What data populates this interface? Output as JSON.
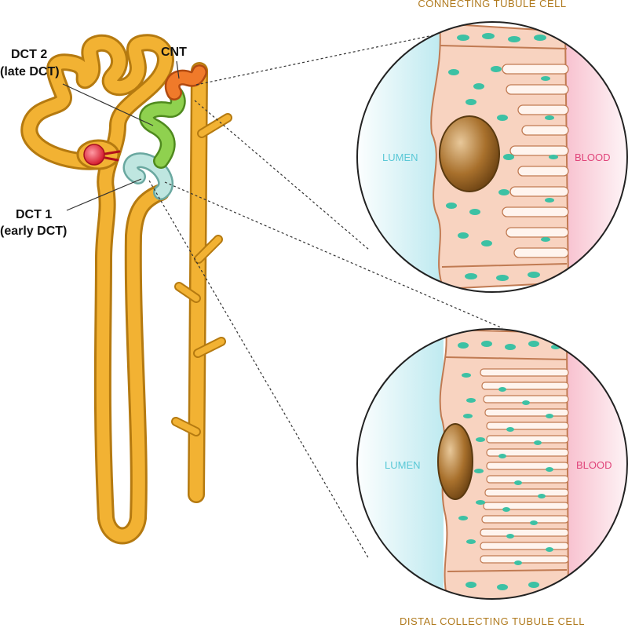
{
  "labels": {
    "dct2_line1": "DCT 2",
    "dct2_line2": "(late DCT)",
    "cnt": "CNT",
    "dct1_line1": "DCT 1",
    "dct1_line2": "(early DCT)"
  },
  "top_cell": {
    "title": "CONNECTING TUBULE CELL",
    "lumen": "LUMEN",
    "blood": "BLOOD"
  },
  "bottom_cell": {
    "title": "DISTAL COLLECTING TUBULE CELL",
    "lumen": "LUMEN",
    "blood": "BLOOD"
  },
  "colors": {
    "tubule": "#f2b233",
    "tubule_edge": "#b57a10",
    "glomerulus": "#e8283a",
    "dct1": "#bfe6e0",
    "dct2": "#8fd14f",
    "cnt": "#f07a2a",
    "cytoplasm": "#f8d3c0",
    "mitochondria": "#3cc1a4",
    "nucleus": "#a06a2a",
    "lumen": "#bfeaf0",
    "blood": "#f7b8c8",
    "lumen_text": "#5ac8d6",
    "blood_text": "#e0447a"
  }
}
